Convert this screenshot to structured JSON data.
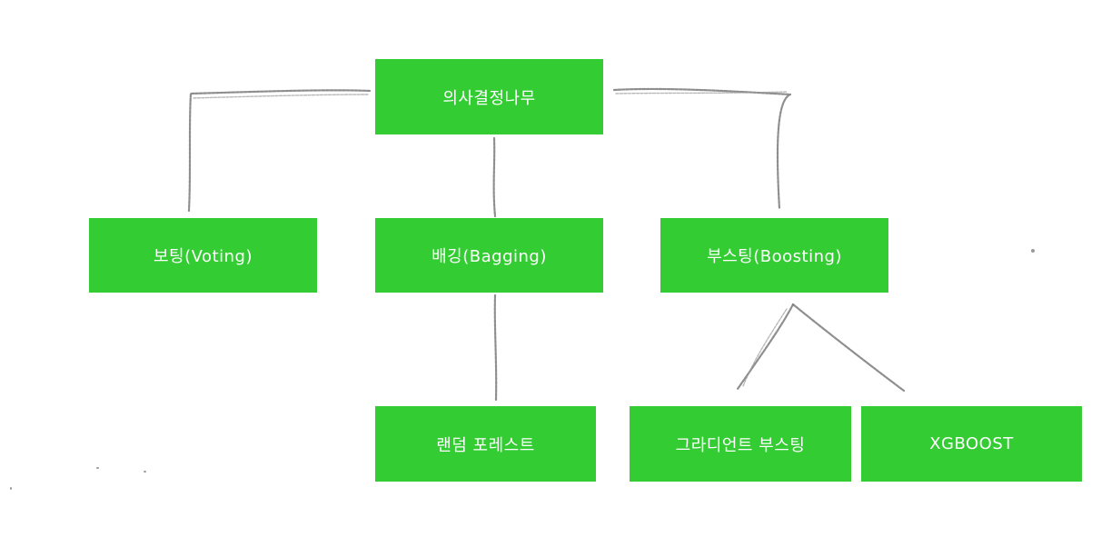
{
  "diagram": {
    "root": {
      "label": "의사결정나무"
    },
    "methods": {
      "voting": {
        "label": "보팅(Voting)"
      },
      "bagging": {
        "label": "배깅(Bagging)"
      },
      "boosting": {
        "label": "부스팅(Boosting)"
      }
    },
    "algorithms": {
      "random_forest": {
        "label": "랜덤 포레스트"
      },
      "gradient_boosting": {
        "label": "그라디언트 부스팅"
      },
      "xgboost": {
        "label": "XGBOOST"
      }
    },
    "edges": [
      {
        "from": "의사결정나무",
        "to": "보팅(Voting)"
      },
      {
        "from": "의사결정나무",
        "to": "배깅(Bagging)"
      },
      {
        "from": "의사결정나무",
        "to": "부스팅(Boosting)"
      },
      {
        "from": "배깅(Bagging)",
        "to": "랜덤 포레스트"
      },
      {
        "from": "부스팅(Boosting)",
        "to": "그라디언트 부스팅"
      },
      {
        "from": "부스팅(Boosting)",
        "to": "XGBOOST"
      }
    ],
    "colors": {
      "node_fill": "#33cc33",
      "node_text": "#ffffff",
      "connector": "#7a7a7a",
      "background": "#ffffff"
    }
  }
}
